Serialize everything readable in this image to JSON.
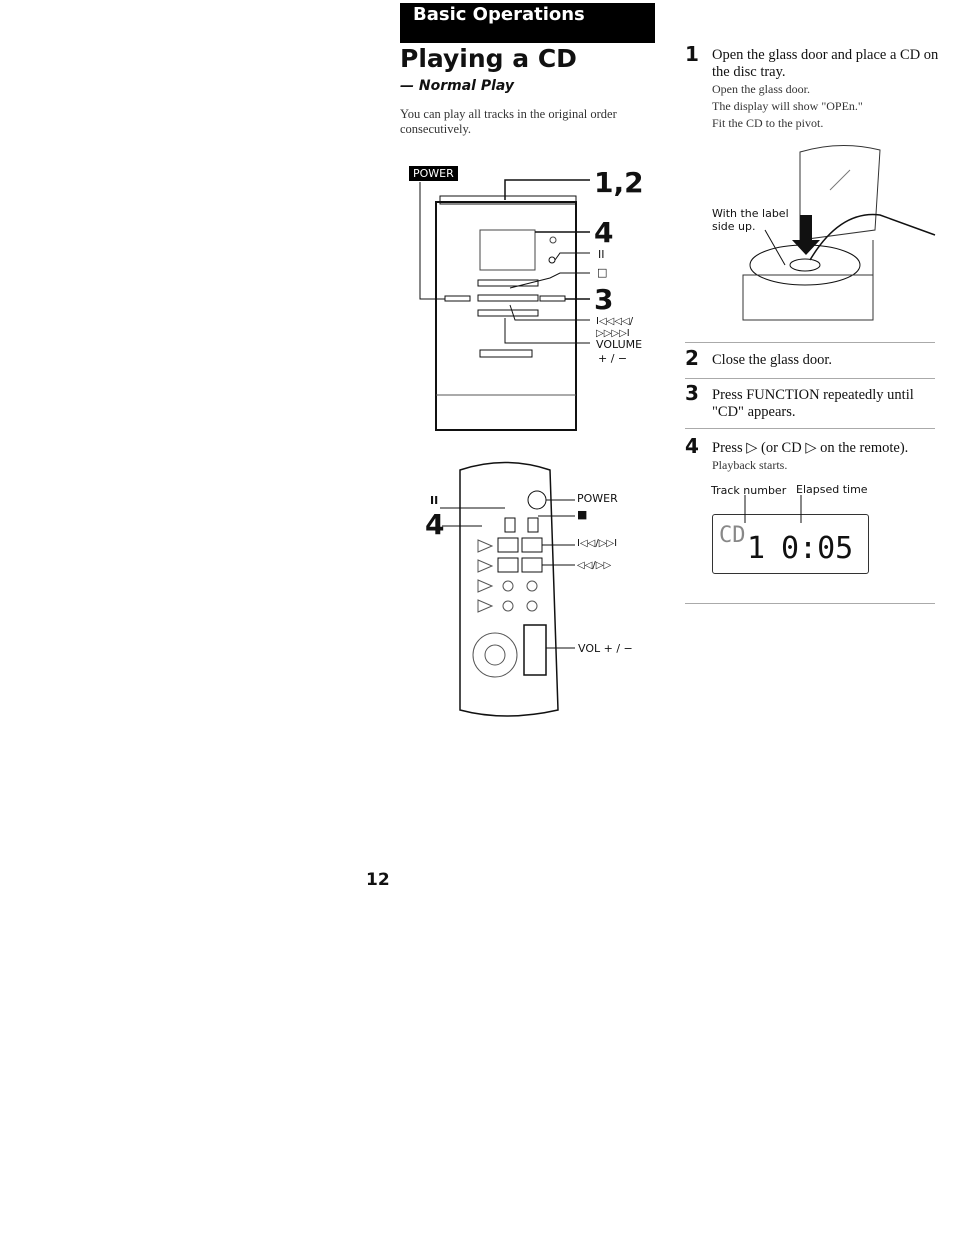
{
  "header": {
    "section": "Basic Operations",
    "title": "Playing a CD",
    "subtitle": "— Normal Play",
    "intro": "You can play all tracks in the original order consecutively."
  },
  "unit_labels": {
    "power": "POWER",
    "callout_12": "1,2",
    "callout_4": "4",
    "pause": "II",
    "stop": "□",
    "callout_3": "3",
    "skip": "I◁◁◁◁/",
    "skip2": "▷▷▷▷I",
    "volume": "VOLUME",
    "volume_pm": "+ / −"
  },
  "remote_labels": {
    "pause": "II",
    "callout_4": "4",
    "power": "POWER",
    "stop": "■",
    "skip": "I◁◁/▷▷I",
    "search": "◁◁/▷▷",
    "vol": "VOL + / −"
  },
  "steps": [
    {
      "num": "1",
      "text": "Open the glass door and place a CD on the disc tray.",
      "notes": [
        "Open the glass door.",
        "The display will show \"OPEn.\"",
        "Fit the CD to the pivot."
      ]
    },
    {
      "num": "2",
      "text": "Close the glass door."
    },
    {
      "num": "3",
      "text": "Press FUNCTION repeatedly until \"CD\" appears."
    },
    {
      "num": "4",
      "text": "Press ▷ (or CD ▷ on the remote).",
      "notes": [
        "Playback starts."
      ]
    }
  ],
  "illustration": {
    "label_side": "With the label side up."
  },
  "display": {
    "track_label": "Track number",
    "elapsed_label": "Elapsed time",
    "mode": "CD",
    "track": "1",
    "time": "0:05"
  },
  "footer": {
    "page_number": "12"
  }
}
